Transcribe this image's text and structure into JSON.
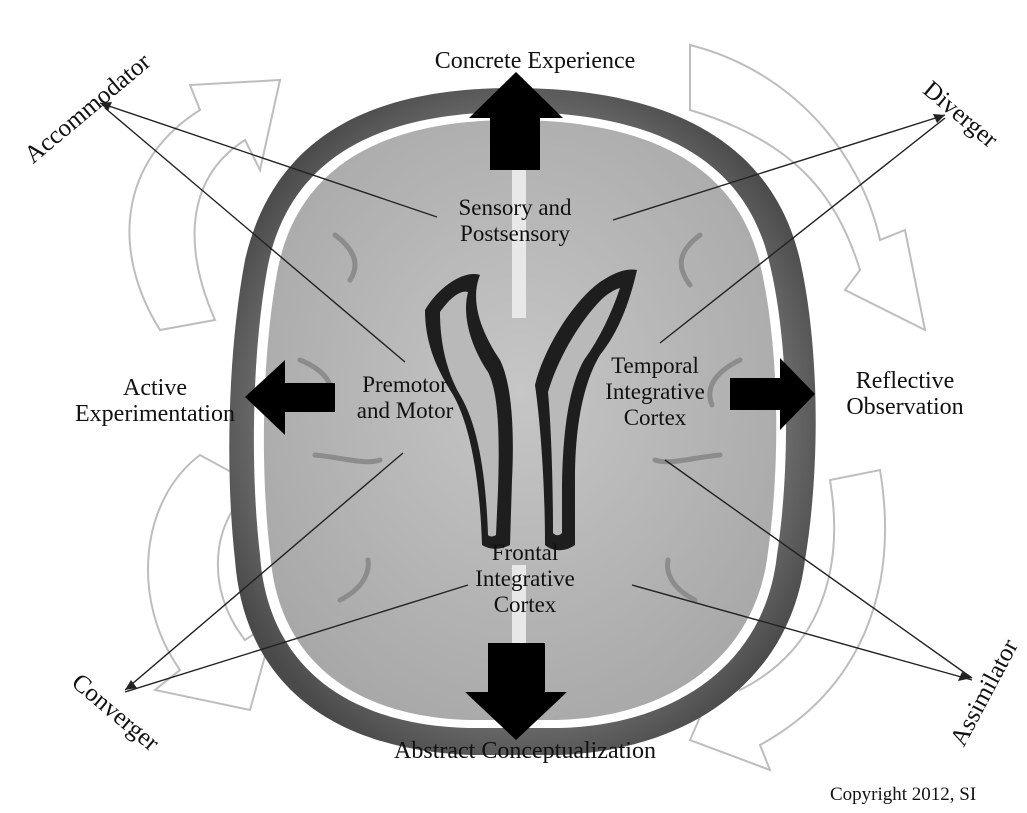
{
  "labels": {
    "concrete_experience": "Concrete Experience",
    "abstract_conceptualization": "Abstract Conceptualization",
    "active_experimentation": "Active\nExperimentation",
    "reflective_observation": "Reflective\nObservation",
    "sensory": "Sensory and\nPostsensory",
    "premotor": "Premotor\nand Motor",
    "temporal": "Temporal\nIntegrative\nCortex",
    "frontal": "Frontal\nIntegrative\nCortex"
  },
  "styles": {
    "accommodator": "Accommodator",
    "diverger": "Diverger",
    "converger": "Converger",
    "assimilator": "Assimilator"
  },
  "copyright": "Copyright 2012, SI",
  "colors": {
    "skull_outer": "#5a5a5a",
    "skull_mid": "#8c8c8c",
    "brain_tissue": "#b9b9b9",
    "ventricle": "#1e1e1e",
    "arrow": "#000000",
    "text": "#111111"
  }
}
